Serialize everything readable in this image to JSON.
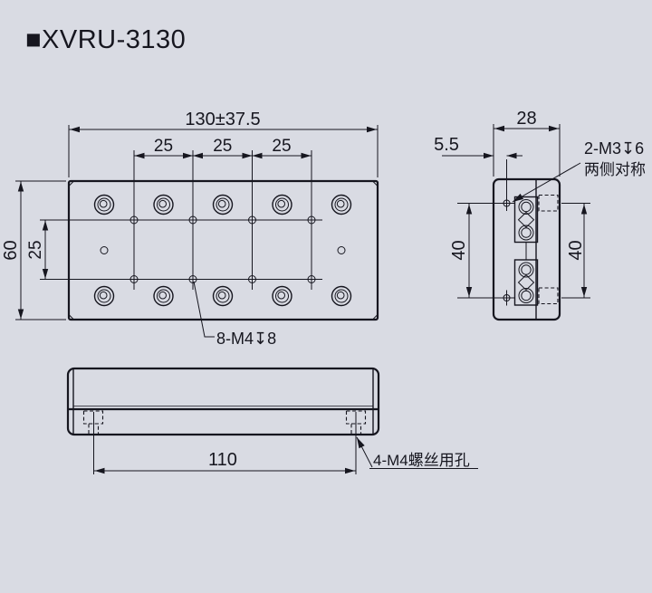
{
  "title": "■XVRU-3130",
  "colors": {
    "background": "#d9dbe3",
    "plate": "#abbdd9",
    "line": "#16161f",
    "block": "#e4e9f2"
  },
  "views": {
    "top": {
      "dims": {
        "width_total": "130±37.5",
        "pitches": [
          "25",
          "25",
          "25"
        ],
        "height_total": "60",
        "row_pitch": "25"
      },
      "callout_counterbore": "8-M4↧8"
    },
    "side": {
      "dims": {
        "depth": "28",
        "edge_offset": "5.5",
        "pitch_left": "40",
        "pitch_right": "40"
      },
      "callout_line1": "2-M3↧6",
      "callout_line2": "两侧对称"
    },
    "front": {
      "dims": {
        "mount_pitch": "110"
      },
      "callout_screw_holes": "4-M4螺丝用孔"
    }
  }
}
